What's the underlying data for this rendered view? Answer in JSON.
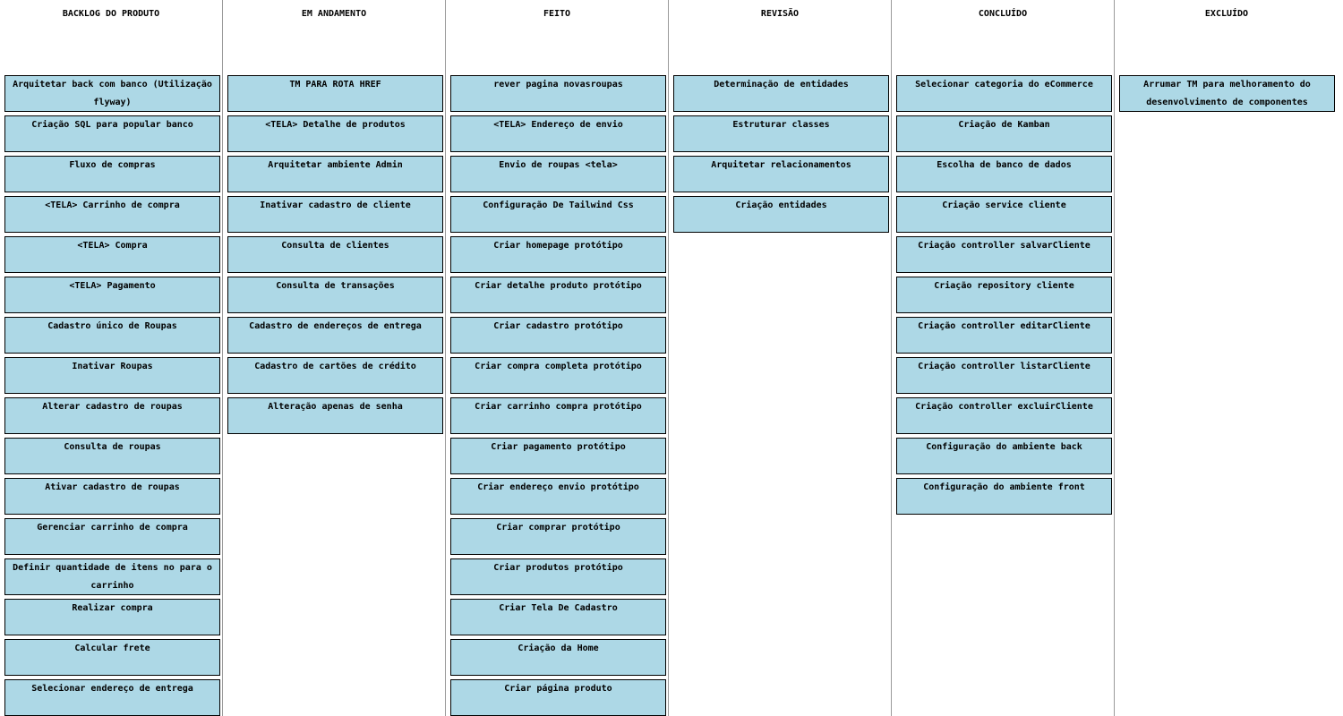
{
  "columns": [
    {
      "title": "BACKLOG DO PRODUTO",
      "cards": [
        "Arquitetar back com banco (Utilização flyway)",
        "Criação SQL para popular banco",
        "Fluxo de compras",
        "<TELA> Carrinho de compra",
        "<TELA> Compra",
        "<TELA> Pagamento",
        "Cadastro único de Roupas",
        "Inativar Roupas",
        "Alterar cadastro de roupas",
        "Consulta de roupas",
        "Ativar cadastro de roupas",
        "Gerenciar carrinho de compra",
        "Definir quantidade de itens no para o carrinho",
        "Realizar compra",
        "Calcular frete",
        "Selecionar endereço de entrega"
      ]
    },
    {
      "title": "EM ANDAMENTO",
      "cards": [
        "TM PARA ROTA HREF",
        "<TELA> Detalhe de produtos",
        "Arquitetar ambiente Admin",
        "Inativar cadastro de cliente",
        "Consulta de clientes",
        "Consulta de transações",
        "Cadastro de endereços de entrega",
        "Cadastro de cartões de crédito",
        "Alteração apenas de senha"
      ]
    },
    {
      "title": "FEITO",
      "cards": [
        "rever pagina novasroupas",
        "<TELA> Endereço de envio",
        "Envio de roupas <tela>",
        "Configuração De Tailwind Css",
        "Criar homepage protótipo",
        "Criar detalhe produto protótipo",
        "Criar cadastro protótipo",
        "Criar compra completa protótipo",
        "Criar carrinho compra protótipo",
        "Criar pagamento protótipo",
        "Criar endereço envio protótipo",
        "Criar comprar protótipo",
        "Criar produtos protótipo",
        "Criar Tela De Cadastro",
        "Criação da Home",
        "Criar página produto"
      ]
    },
    {
      "title": "REVISÃO",
      "cards": [
        "Determinação de entidades",
        "Estruturar classes",
        "Arquitetar relacionamentos",
        "Criação entidades"
      ]
    },
    {
      "title": "CONCLUÍDO",
      "cards": [
        "Selecionar categoria do eCommerce",
        "Criação de Kamban",
        "Escolha de banco de dados",
        "Criação service cliente",
        "Criação controller salvarCliente",
        "Criação repository cliente",
        "Criação controller editarCliente",
        "Criação controller listarCliente",
        "Criação controller excluirCliente",
        "Configuração do ambiente back",
        "Configuração do ambiente front"
      ]
    },
    {
      "title": "EXCLUÍDO",
      "cards": [
        "Arrumar TM para melhoramento do desenvolvimento de componentes"
      ]
    }
  ]
}
